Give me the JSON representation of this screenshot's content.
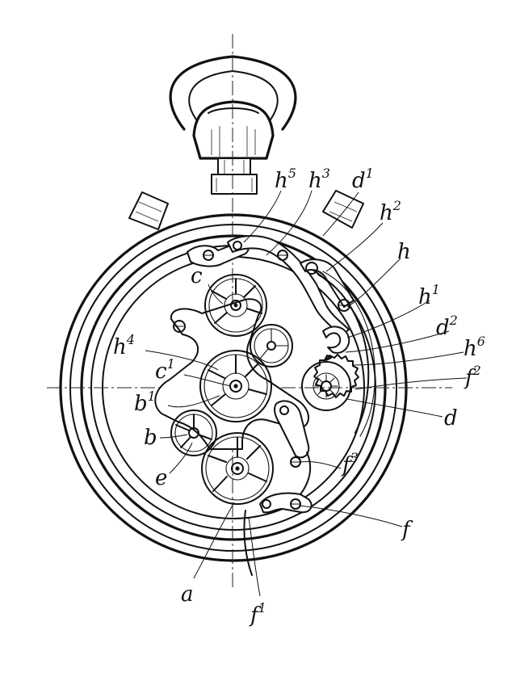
{
  "colors": {
    "ink": "#111111",
    "paper": "#ffffff"
  },
  "labels": {
    "h5": {
      "base": "h",
      "sup": "5"
    },
    "h3": {
      "base": "h",
      "sup": "3"
    },
    "d1": {
      "base": "d",
      "sup": "1"
    },
    "h2": {
      "base": "h",
      "sup": "2"
    },
    "h": {
      "base": "h",
      "sup": ""
    },
    "c": {
      "base": "c",
      "sup": ""
    },
    "h1": {
      "base": "h",
      "sup": "1"
    },
    "d2": {
      "base": "d",
      "sup": "2"
    },
    "h4": {
      "base": "h",
      "sup": "4"
    },
    "h6": {
      "base": "h",
      "sup": "6"
    },
    "c1": {
      "base": "c",
      "sup": "1"
    },
    "f2": {
      "base": "f",
      "sup": "2"
    },
    "b1": {
      "base": "b",
      "sup": "1"
    },
    "d": {
      "base": "d",
      "sup": ""
    },
    "b": {
      "base": "b",
      "sup": ""
    },
    "e": {
      "base": "e",
      "sup": ""
    },
    "f3": {
      "base": "f",
      "sup": "3"
    },
    "f": {
      "base": "f",
      "sup": ""
    },
    "a": {
      "base": "a",
      "sup": ""
    },
    "f1": {
      "base": "f",
      "sup": "1"
    }
  }
}
